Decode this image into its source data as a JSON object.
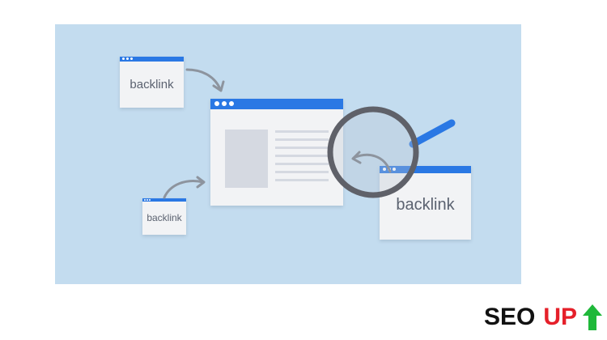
{
  "windows": {
    "top_left": {
      "label": "backlink"
    },
    "bottom_left": {
      "label": "backlink"
    },
    "right": {
      "label": "backlink"
    }
  },
  "brand": {
    "seo": "SEO",
    "up": "UP",
    "arrow_icon": "up-arrow-icon",
    "colors": {
      "seo": "#111111",
      "up": "#e5202a",
      "arrow": "#1fb83a"
    }
  },
  "colors": {
    "panel_background": "#c3dcef",
    "window_bar": "#2a78e4",
    "window_body": "#f2f3f5",
    "placeholder": "#d5d9e1",
    "magnifier": "#5f6169",
    "magnifier_handle": "#2a78e4",
    "arrow": "#8d949e"
  }
}
